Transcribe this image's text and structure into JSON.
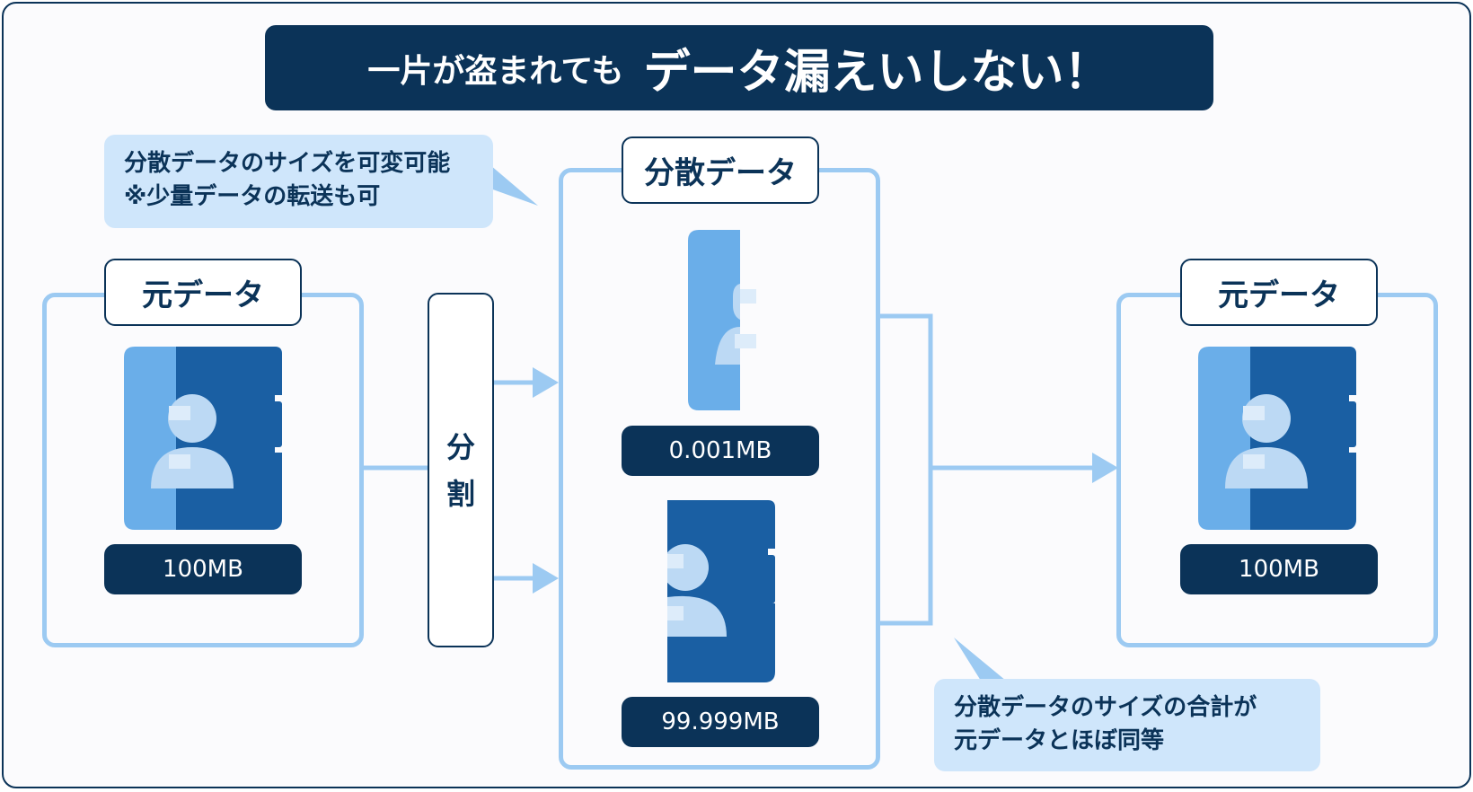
{
  "title": {
    "small": "一片が盗まれても",
    "large": "データ漏えいしない！"
  },
  "callout_top": {
    "line1": "分散データのサイズを可変可能",
    "line2": "※少量データの転送も可"
  },
  "callout_bottom": {
    "line1": "分散データのサイズの合計が",
    "line2": "元データとほぼ同等"
  },
  "left": {
    "label": "元データ",
    "size": "100MB"
  },
  "split": {
    "char1": "分",
    "char2": "割"
  },
  "middle": {
    "label": "分散データ",
    "piece1_size": "0.001MB",
    "piece2_size": "99.999MB"
  },
  "right": {
    "label": "元データ",
    "size": "100MB"
  },
  "colors": {
    "navy": "#0b3358",
    "frame": "#9ccaf2",
    "callout": "#cfe6fb",
    "doc_light": "#6aaee9",
    "doc_dark": "#1a5fa3",
    "person": "#bcd9f4"
  },
  "icons": [
    "id-card-icon",
    "person-icon",
    "arrow-right-icon"
  ]
}
